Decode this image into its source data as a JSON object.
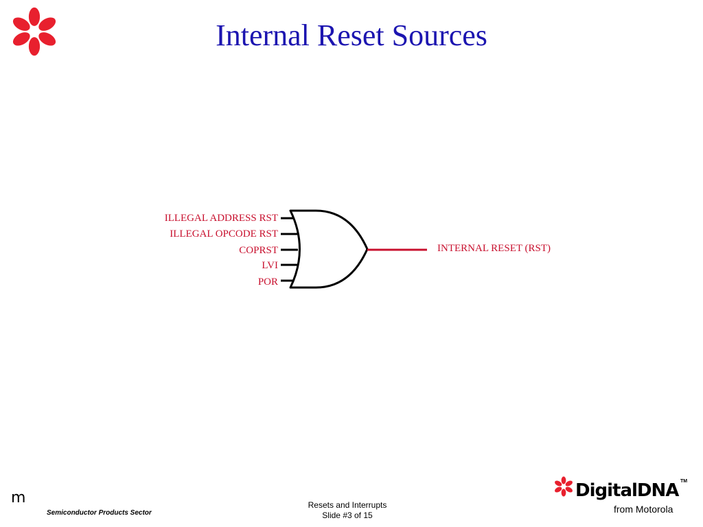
{
  "slide": {
    "title": "Internal Reset Sources"
  },
  "diagram": {
    "inputs": [
      "ILLEGAL ADDRESS RST",
      "ILLEGAL OPCODE RST",
      "COPRST",
      "LVI",
      "POR"
    ],
    "output_label": "INTERNAL RESET",
    "output_suffix": "(RST)"
  },
  "footer": {
    "logo_mark": "m",
    "sector": "Semiconductor Products Sector",
    "topic": "Resets and Interrupts",
    "slide_number": "Slide #3 of 15",
    "brand_name_1": "Digital",
    "brand_name_2": "DNA",
    "brand_tm": "TM",
    "brand_sub": "from Motorola"
  },
  "colors": {
    "title": "#1c15b0",
    "signal": "#c8102e",
    "logo": "#e8202e",
    "gate": "#000000"
  },
  "icons": {
    "top_logo": "motorola-flower-icon",
    "brand_logo": "motorola-flower-icon"
  }
}
